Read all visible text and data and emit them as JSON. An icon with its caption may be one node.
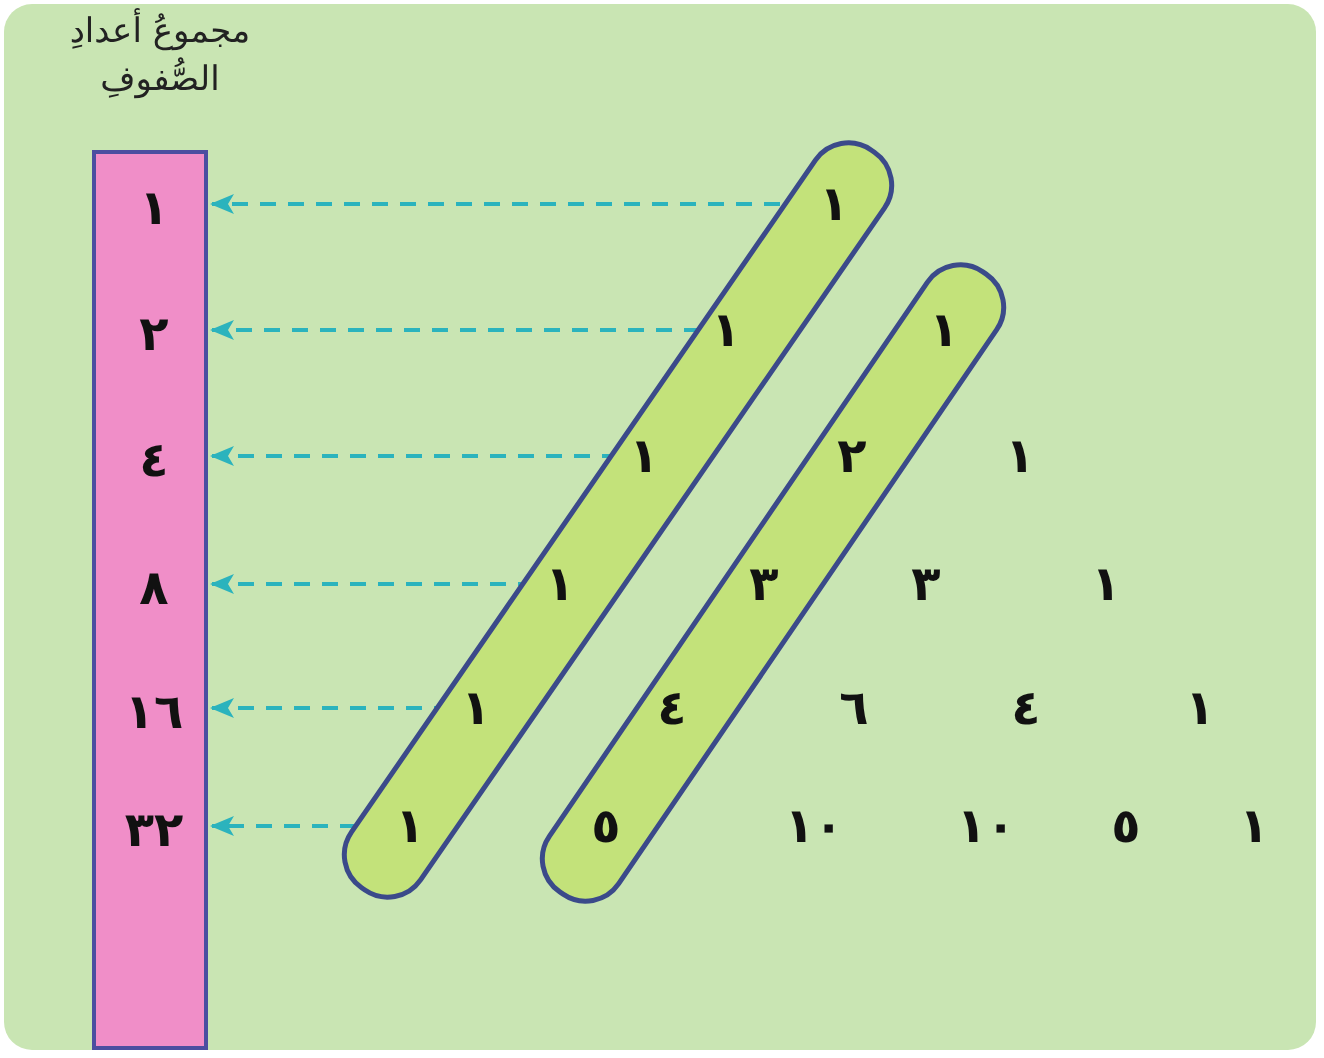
{
  "diagram": {
    "title": "مجموعُ أعدادِ الصُّفوفِ",
    "nodes": [
      {
        "text": [],
        "shape": "bar"
      },
      {
        "text": [
          "١"
        ],
        "in": 0
      },
      {
        "text": [
          "٢"
        ],
        "in": 0
      },
      {
        "text": [
          "٤"
        ],
        "in": 0
      },
      {
        "text": [
          "٨"
        ],
        "in": 0
      },
      {
        "text": [
          "١٦"
        ],
        "in": 0
      },
      {
        "text": [
          "٣٢"
        ],
        "in": 0
      },
      {
        "text": [
          "١"
        ]
      },
      {
        "text": [
          "١"
        ]
      },
      {
        "text": [
          "١"
        ]
      },
      {
        "text": [
          "١"
        ]
      },
      {
        "text": [
          "١"
        ]
      },
      {
        "text": [
          "١"
        ]
      },
      {
        "text": [
          "١"
        ]
      },
      {
        "text": [
          "٢"
        ]
      },
      {
        "text": [
          "٣"
        ]
      },
      {
        "text": [
          "٤"
        ]
      },
      {
        "text": [
          "٥"
        ]
      }
    ],
    "edges": [
      {
        "from": 7,
        "to": 1,
        "arrow": "to",
        "style": "dashed"
      },
      {
        "from": 8,
        "to": 2,
        "arrow": "to",
        "style": "dashed"
      },
      {
        "from": 9,
        "to": 3,
        "arrow": "to",
        "style": "dashed"
      },
      {
        "from": 10,
        "to": 4,
        "arrow": "to",
        "style": "dashed"
      },
      {
        "from": 11,
        "to": 5,
        "arrow": "to",
        "style": "dashed"
      },
      {
        "from": 12,
        "to": 6,
        "arrow": "to",
        "style": "dashed"
      }
    ],
    "labels": [
      "١",
      "٣",
      "١",
      "٦",
      "٤",
      "١",
      "١٠",
      "١٠",
      "٥",
      "١"
    ]
  }
}
